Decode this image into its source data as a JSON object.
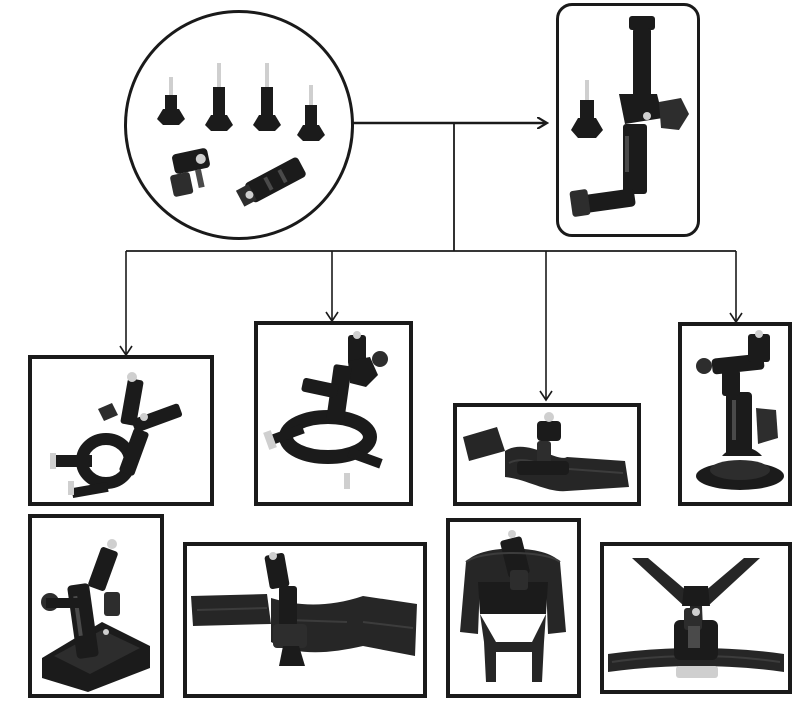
{
  "diagram": {
    "source": {
      "name": "screws-and-adapters",
      "items": [
        "thumb-screw",
        "thumb-screw",
        "thumb-screw",
        "thumb-screw",
        "pivot-arm",
        "pivot-arm"
      ]
    },
    "result": {
      "name": "assembled-extension-arm"
    },
    "targets": [
      {
        "name": "handlebar-mount-small"
      },
      {
        "name": "handlebar-mount-large"
      },
      {
        "name": "wrist-strap-mount"
      },
      {
        "name": "suction-cup-mount"
      }
    ],
    "bottom_row": [
      {
        "name": "backpack-clip-mount"
      },
      {
        "name": "head-strap-mount"
      },
      {
        "name": "dog-harness-mount"
      },
      {
        "name": "chest-harness-mount"
      }
    ],
    "colors": {
      "line": "#1a1a1a",
      "product": "#1b1b1b",
      "steel": "#cfcfcf",
      "background": "#ffffff"
    }
  }
}
